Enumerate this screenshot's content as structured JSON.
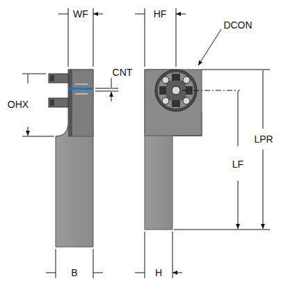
{
  "diagram": {
    "labels": [
      "WF",
      "CNT",
      "OHX",
      "HF",
      "DCON",
      "LF",
      "LPR",
      "B",
      "H"
    ]
  }
}
